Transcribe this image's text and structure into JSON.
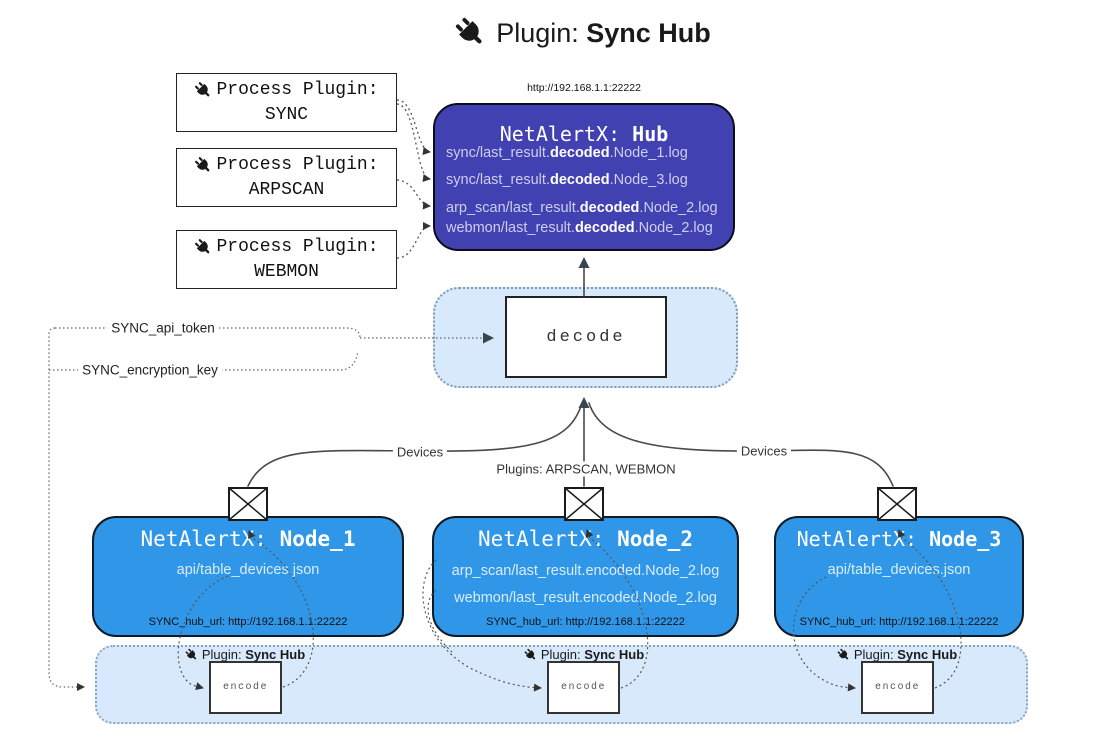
{
  "title": {
    "prefix": "Plugin: ",
    "bold": "Sync Hub"
  },
  "hub_url_label": "http://192.168.1.1:22222",
  "hub": {
    "name_prefix": "NetAlertX: ",
    "name_bold": "Hub",
    "lines": [
      {
        "pre": "sync/last_result.",
        "bold": "decoded",
        "post": ".Node_1.log"
      },
      {
        "pre": "sync/last_result.",
        "bold": "decoded",
        "post": ".Node_3.log"
      },
      {
        "pre": "arp_scan/last_result.",
        "bold": "decoded",
        "post": ".Node_2.log"
      },
      {
        "pre": "webmon/last_result.",
        "bold": "decoded",
        "post": ".Node_2.log"
      }
    ]
  },
  "process_plugins": [
    {
      "label": "Process Plugin:",
      "name": "SYNC"
    },
    {
      "label": "Process Plugin:",
      "name": "ARPSCAN"
    },
    {
      "label": "Process Plugin:",
      "name": "WEBMON"
    }
  ],
  "decode_label": "decode",
  "config_labels": {
    "api_token": "SYNC_api_token",
    "encryption_key": "SYNC_encryption_key"
  },
  "edge_labels": {
    "devices_left": "Devices",
    "plugins_center": "Plugins: ARPSCAN, WEBMON",
    "devices_right": "Devices"
  },
  "nodes": [
    {
      "name_prefix": "NetAlertX: ",
      "name_bold": "Node_1",
      "files": [
        "api/table_devices.json"
      ],
      "hub_url": "SYNC_hub_url: http://192.168.1.1:22222"
    },
    {
      "name_prefix": "NetAlertX: ",
      "name_bold": "Node_2",
      "files": [
        "arp_scan/last_result.encoded.Node_2.log",
        "webmon/last_result.encoded.Node_2.log"
      ],
      "hub_url": "SYNC_hub_url: http://192.168.1.1:22222"
    },
    {
      "name_prefix": "NetAlertX: ",
      "name_bold": "Node_3",
      "files": [
        "api/table_devices.json"
      ],
      "hub_url": "SYNC_hub_url: http://192.168.1.1:22222"
    }
  ],
  "band": {
    "plugin_prefix": "Plugin: ",
    "plugin_bold": "Sync Hub",
    "encode_label": "encode"
  },
  "colors": {
    "hub_fill": "#4141b2",
    "node_fill": "#2f96e8",
    "panel_fill": "#d7e9fb",
    "hub_text_dim": "#cdcfec",
    "node_text_dim": "#d9edfe",
    "arrow_dark": "#36454f"
  }
}
